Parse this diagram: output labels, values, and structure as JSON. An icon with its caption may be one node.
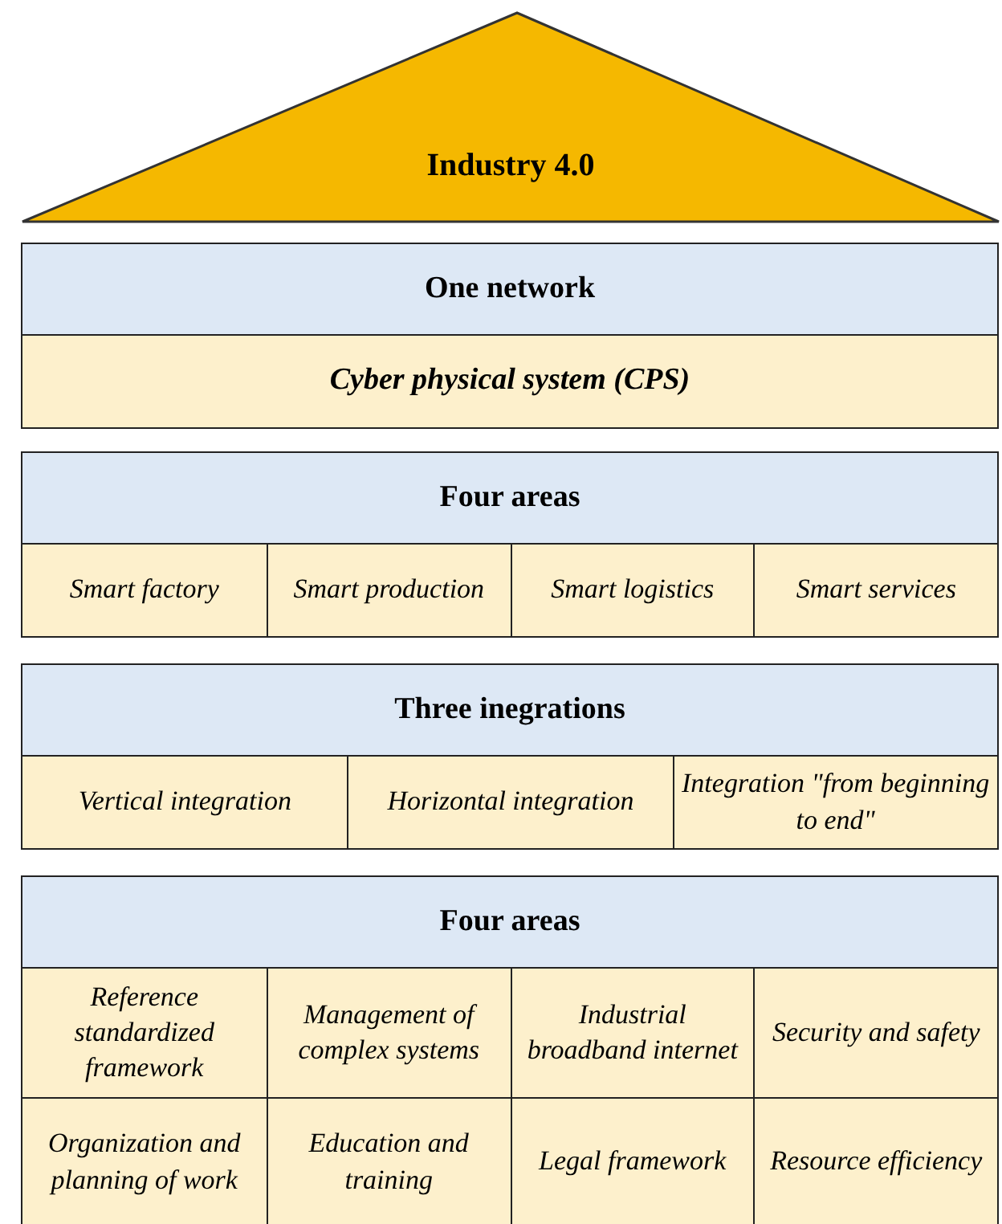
{
  "diagram": {
    "nodes": [
      {
        "text": [
          "Industry 4.0"
        ]
      },
      {
        "text": [
          "One network"
        ]
      },
      {
        "text": [
          "Cyber physical system (CPS)"
        ],
        "in": 1
      },
      {
        "text": [
          "Four areas"
        ]
      },
      {
        "text": [
          "Smart factory"
        ],
        "in": 3
      },
      {
        "text": [
          "Smart production"
        ],
        "in": 3
      },
      {
        "text": [
          "Smart logistics"
        ],
        "in": 3
      },
      {
        "text": [
          "Smart services"
        ],
        "in": 3
      },
      {
        "text": [
          "Three inegrations"
        ]
      },
      {
        "text": [
          "Vertical integration"
        ],
        "in": 8
      },
      {
        "text": [
          "Horizontal integration"
        ],
        "in": 8
      },
      {
        "text": [
          "Integration \"from beginning to end\""
        ],
        "in": 8
      },
      {
        "text": [
          "Four areas"
        ]
      },
      {
        "text": [
          "Reference standardized framework"
        ],
        "in": 12
      },
      {
        "text": [
          "Management of complex systems"
        ],
        "in": 12
      },
      {
        "text": [
          "Industrial broadband internet"
        ],
        "in": 12
      },
      {
        "text": [
          "Security and safety"
        ],
        "in": 12
      },
      {
        "text": [
          "Organization and planning of work"
        ],
        "in": 12
      },
      {
        "text": [
          "Education and training"
        ],
        "in": 12
      },
      {
        "text": [
          "Legal framework"
        ],
        "in": 12
      },
      {
        "text": [
          "Resource efficiency"
        ],
        "in": 12
      }
    ]
  }
}
